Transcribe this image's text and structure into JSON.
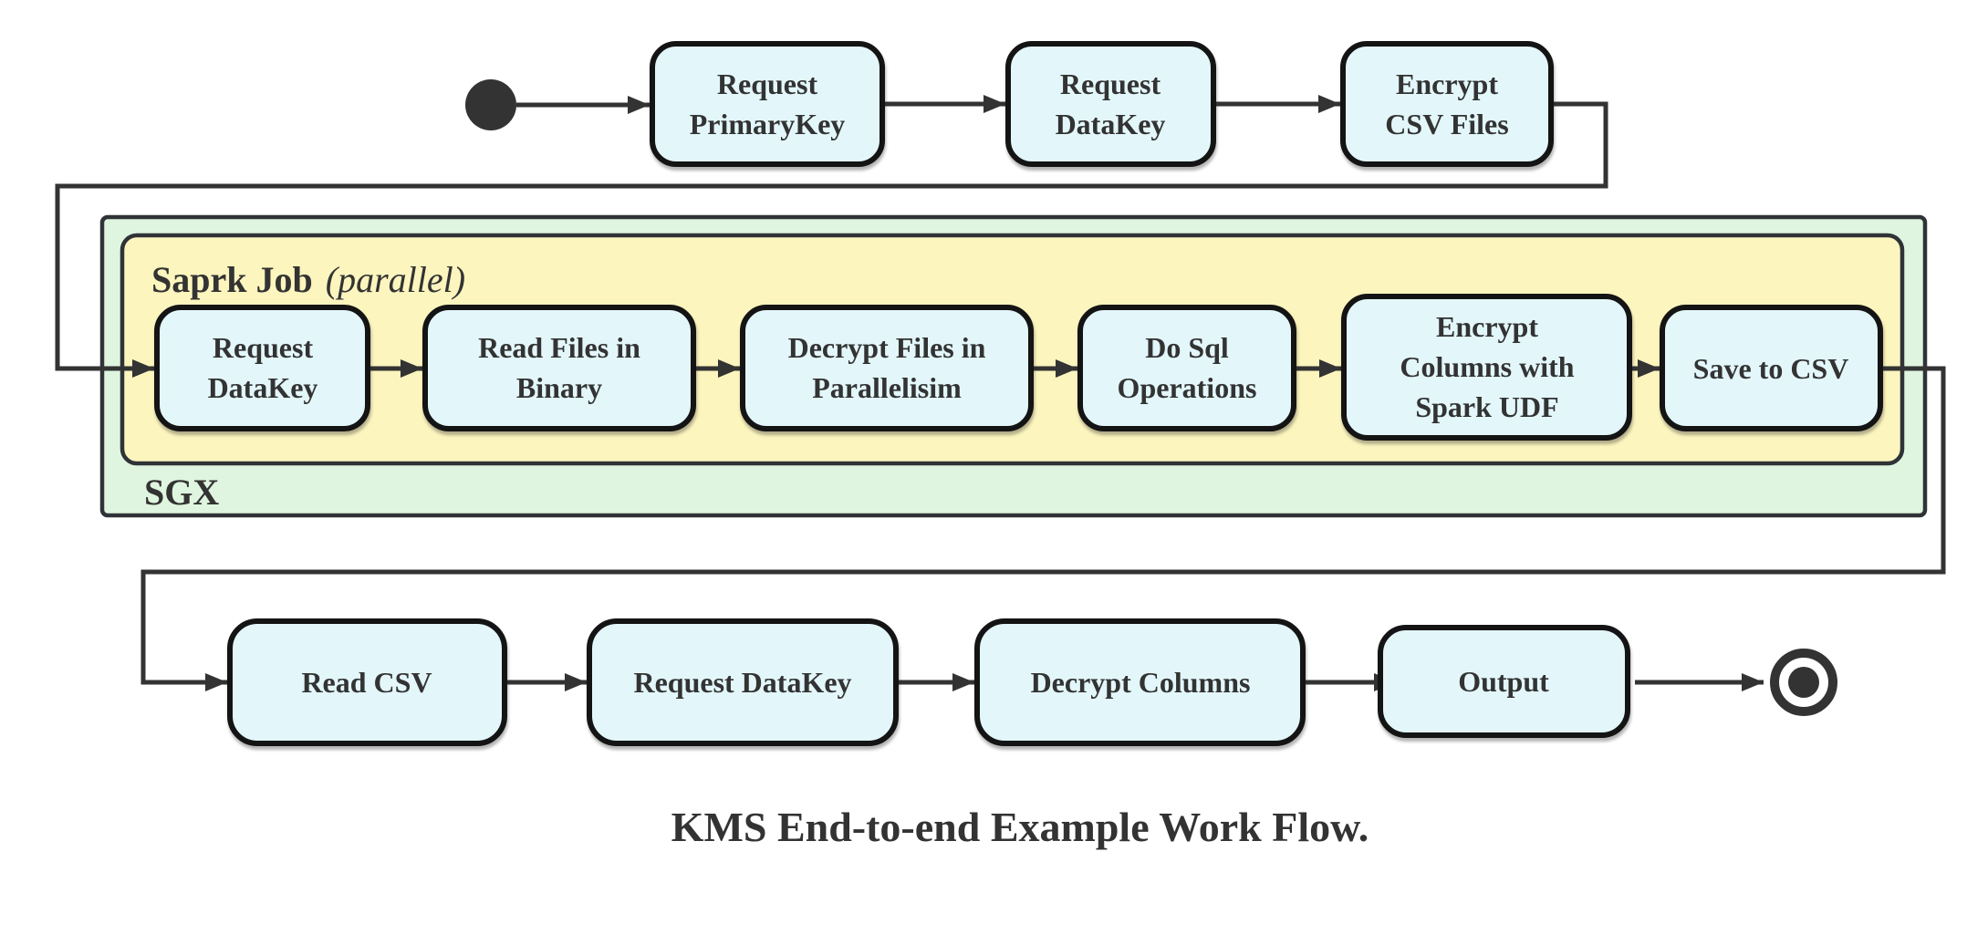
{
  "diagram": {
    "caption": "KMS End-to-end Example Work Flow.",
    "colors": {
      "node_fill": "#e3f7fb",
      "node_border": "#141414",
      "spark_fill": "#fcf5be",
      "sgx_fill": "#dff5df",
      "container_border": "#2f3337",
      "edge": "#333333",
      "text": "#333333"
    },
    "containers": {
      "sgx": {
        "label": "SGX"
      },
      "spark": {
        "label": "Saprk Job",
        "qualifier": "(parallel)"
      }
    },
    "nodes": {
      "request_primarykey": {
        "lines": [
          "Request",
          "PrimaryKey"
        ]
      },
      "request_datakey_top": {
        "lines": [
          "Request",
          "DataKey"
        ]
      },
      "encrypt_csv_files": {
        "lines": [
          "Encrypt",
          "CSV Files"
        ]
      },
      "request_datakey_spark": {
        "lines": [
          "Request",
          "DataKey"
        ]
      },
      "read_files_in_binary": {
        "lines": [
          "Read Files in",
          "Binary"
        ]
      },
      "decrypt_files_parallelisim": {
        "lines": [
          "Decrypt Files in",
          "Parallelisim"
        ]
      },
      "do_sql_operations": {
        "lines": [
          "Do Sql",
          "Operations"
        ]
      },
      "encrypt_columns_spark_udf": {
        "lines": [
          "Encrypt",
          "Columns with",
          "Spark UDF"
        ]
      },
      "save_to_csv": {
        "lines": [
          "Save to CSV"
        ]
      },
      "read_csv": {
        "lines": [
          "Read CSV"
        ]
      },
      "request_datakey_bottom": {
        "lines": [
          "Request DataKey"
        ]
      },
      "decrypt_columns": {
        "lines": [
          "Decrypt Columns"
        ]
      },
      "output": {
        "lines": [
          "Output"
        ]
      }
    },
    "states": {
      "start": "start-state",
      "end": "end-state"
    }
  }
}
